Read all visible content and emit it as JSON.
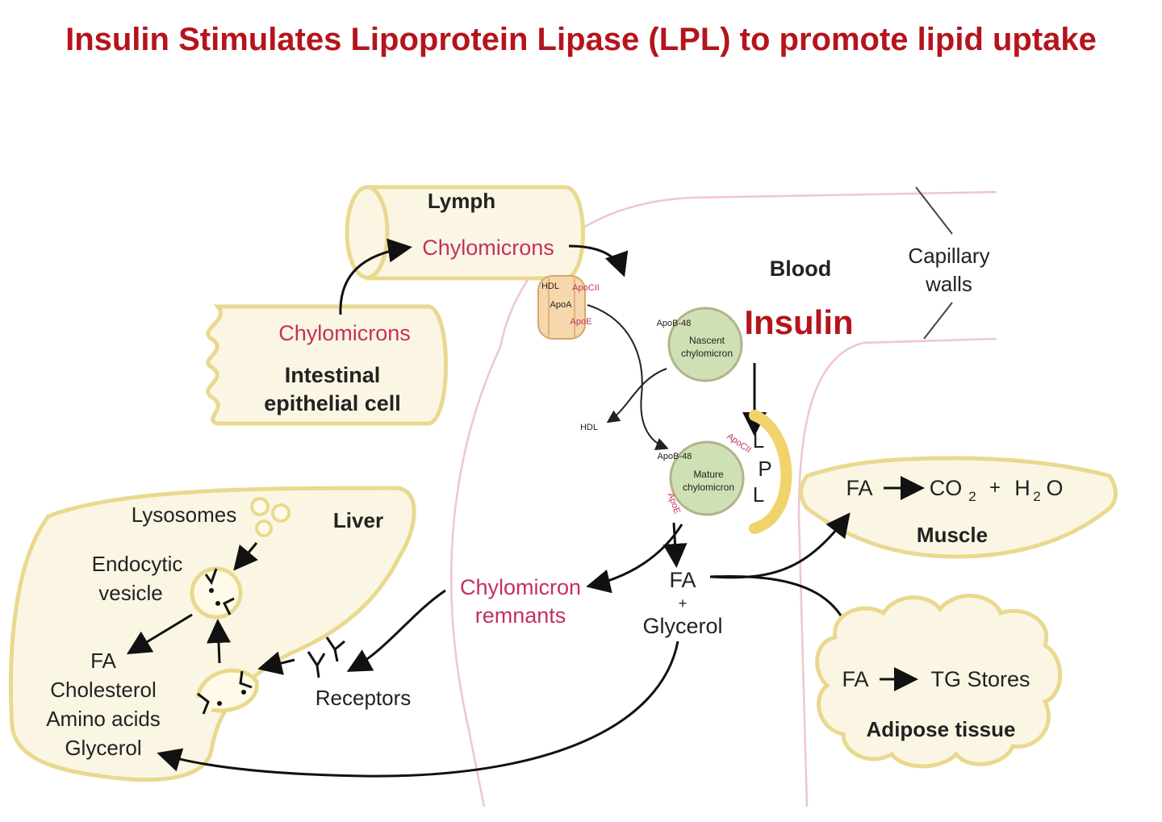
{
  "title": "Insulin Stimulates Lipoprotein Lipase (LPL) to promote lipid uptake",
  "labels": {
    "lymph": "Lymph",
    "chylomicrons_lymph": "Chylomicrons",
    "chylomicrons_cell": "Chylomicrons",
    "intestinal_line1": "Intestinal",
    "intestinal_line2": "epithelial cell",
    "blood": "Blood",
    "capillary_line1": "Capillary",
    "capillary_line2": "walls",
    "insulin": "Insulin",
    "hdl_particle": "HDL",
    "apoa": "ApoA",
    "apocii_hdl": "ApoCII",
    "apoe_hdl": "ApoE",
    "hdl_out": "HDL",
    "apob48_nascent": "ApoB-48",
    "nascent_line1": "Nascent",
    "nascent_line2": "chylomicron",
    "apob48_mature": "ApoB-48",
    "mature_line1": "Mature",
    "mature_line2": "chylomicron",
    "apocii_mature": "ApoCII",
    "apoe_mature": "ApoE",
    "lpl_l1": "L",
    "lpl_p": "P",
    "lpl_l2": "L",
    "muscle_fa": "FA",
    "muscle_co2": "CO",
    "muscle_co2_sub": "2",
    "muscle_plus": "+",
    "muscle_h2o_h": "H",
    "muscle_h2o_sub": "2",
    "muscle_h2o_o": "O",
    "muscle": "Muscle",
    "fa_center": "FA",
    "plus_center": "+",
    "glycerol_center": "Glycerol",
    "remnants_line1": "Chylomicron",
    "remnants_line2": "remnants",
    "adipose_fa": "FA",
    "tg_stores": "TG Stores",
    "adipose": "Adipose tissue",
    "lysosomes": "Lysosomes",
    "liver": "Liver",
    "endocytic_line1": "Endocytic",
    "endocytic_line2": "vesicle",
    "liver_fa": "FA",
    "cholesterol": "Cholesterol",
    "amino_acids": "Amino acids",
    "liver_glycerol": "Glycerol",
    "receptors": "Receptors"
  },
  "colors": {
    "title": "#b5141c",
    "pink_label": "#c4305e",
    "insulin": "#b5141c",
    "cream_fill": "#fbf6e4",
    "cream_stroke": "#e9d98f",
    "particle_fill": "#cfe0b5",
    "vessel": "#f0c6cb"
  }
}
